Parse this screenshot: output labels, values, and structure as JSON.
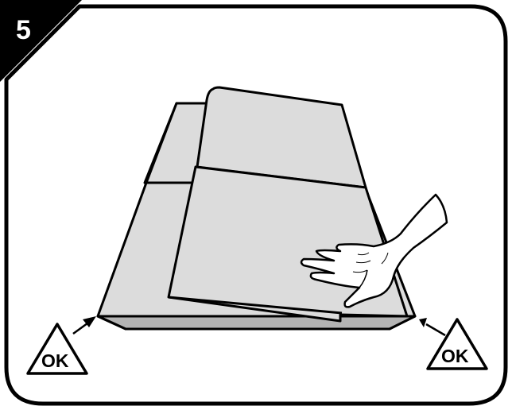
{
  "step": {
    "number": "5"
  },
  "markers": {
    "left_label": "OK",
    "right_label": "OK"
  },
  "colors": {
    "frame": "#000000",
    "badge": "#000000",
    "panel_fill": "#dcdcdc",
    "shadow_fill": "#b4b4b4",
    "hand_fill": "#ffffff"
  },
  "icons": {
    "hand": "hand-icon",
    "warning_triangle": "warning-triangle-icon",
    "arrow": "arrow-icon"
  }
}
